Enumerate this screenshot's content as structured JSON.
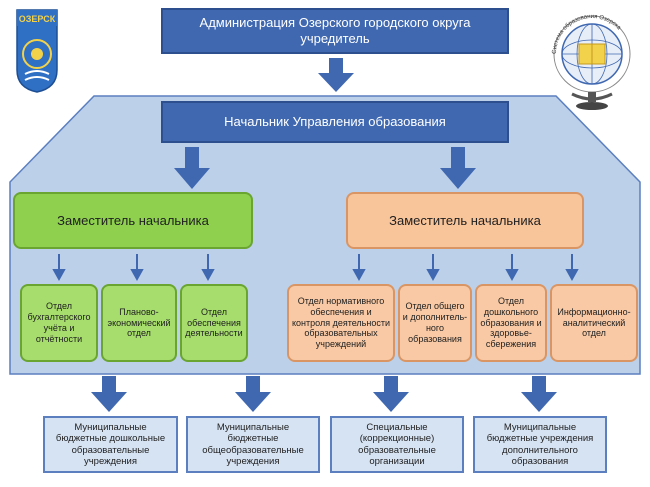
{
  "top": {
    "line1": "Администрация Озерского городского округа",
    "line2": "учредитель"
  },
  "head": {
    "label": "Начальник Управления образования"
  },
  "deputies": [
    {
      "label": "Заместитель начальника"
    },
    {
      "label": "Заместитель начальника"
    }
  ],
  "departments_left": [
    {
      "label": "Отдел бухгалтерского учёта и отчётности"
    },
    {
      "label": "Планово-экономический отдел"
    },
    {
      "label": "Отдел обеспечения деятельности"
    }
  ],
  "departments_right": [
    {
      "label": "Отдел нормативного обеспечения и контроля деятельности образовательных учреждений"
    },
    {
      "label": "Отдел общего и дополнитель-ного образования"
    },
    {
      "label": "Отдел дошкольного образования и здоровье-сбережения"
    },
    {
      "label": "Информационно-аналитический отдел"
    }
  ],
  "institutions": [
    {
      "label": "Муниципальные бюджетные дошкольные образовательные учреждения"
    },
    {
      "label": "Муниципальные бюджетные общеобразовательные учреждения"
    },
    {
      "label": "Специальные (коррекционные) образовательные организации"
    },
    {
      "label": "Муниципальные бюджетные учреждения дополнительного образования"
    }
  ],
  "logos": {
    "emblem_text": "ОЗЕРСК",
    "globe_text": "Система образования Озерска"
  },
  "colors": {
    "top_blue": "#3f68b1",
    "panel_fill": "#bcd0ea",
    "green": "#8fd14f",
    "orange": "#f8c49a",
    "arrow_blue": "#3f68b1"
  }
}
